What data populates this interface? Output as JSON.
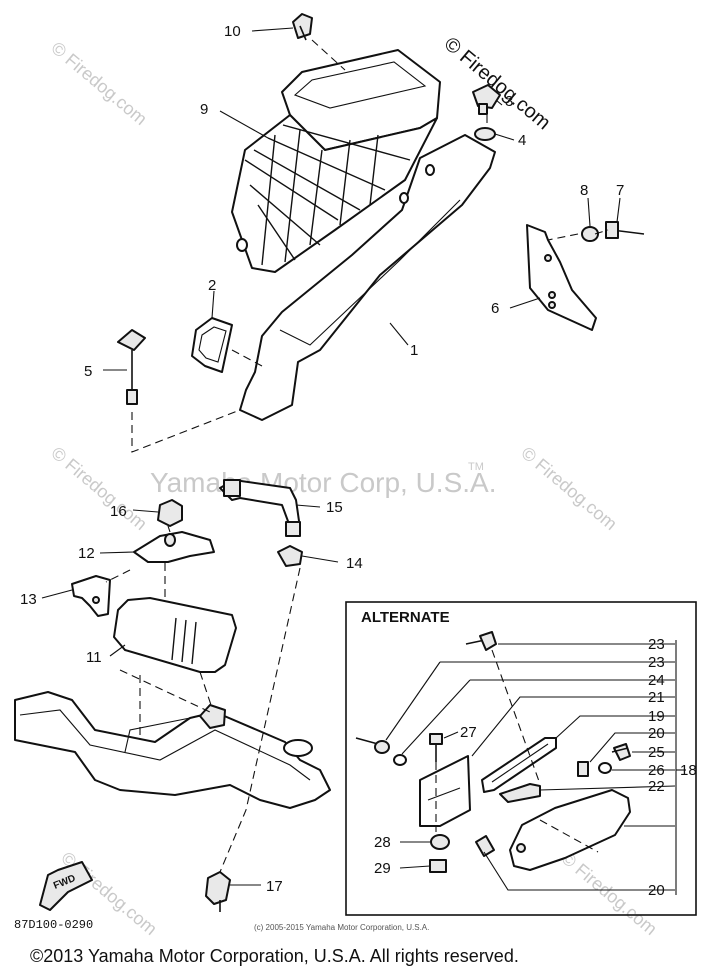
{
  "watermarks": {
    "firedog": "© Firedog.com",
    "center": "Yamaha Motor Corp, U.S.A.",
    "tm": "TM"
  },
  "callouts": {
    "c1": "1",
    "c2": "2",
    "c3": "3",
    "c4": "4",
    "c5": "5",
    "c6": "6",
    "c7": "7",
    "c8": "8",
    "c9": "9",
    "c10": "10",
    "c11": "11",
    "c12": "12",
    "c13": "13",
    "c14": "14",
    "c15": "15",
    "c16": "16",
    "c17": "17",
    "c18": "18",
    "c19": "19",
    "c20a": "20",
    "c20b": "20",
    "c21": "21",
    "c22": "22",
    "c23a": "23",
    "c23b": "23",
    "c24": "24",
    "c25": "25",
    "c26": "26",
    "c27": "27",
    "c28": "28",
    "c29": "29"
  },
  "alternate_box": {
    "title": "ALTERNATE"
  },
  "fwd_label": "FWD",
  "diagram_code": "87D100-0290",
  "small_copyright": "(c) 2005-2015 Yamaha Motor Corporation, U.S.A.",
  "copyright": "©2013 Yamaha Motor Corporation, U.S.A. All rights reserved."
}
